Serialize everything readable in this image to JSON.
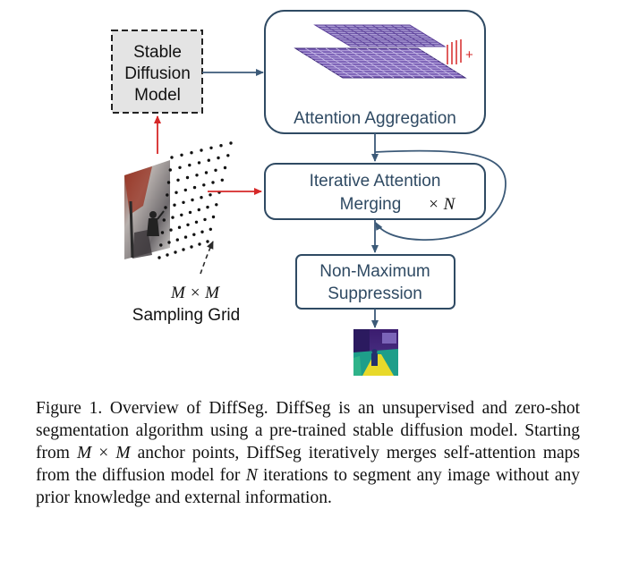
{
  "diagram": {
    "sd_line1": "Stable",
    "sd_line2": "Diffusion",
    "sd_line3": "Model",
    "attention_aggregation": "Attention Aggregation",
    "iam_line1": "Iterative Attention",
    "iam_line2": "Merging",
    "iam_times": "× N",
    "nms_line1": "Non-Maximum",
    "nms_line2": "Suppression",
    "grid_size": "M × M",
    "sampling_grid": "Sampling Grid",
    "plus": "+"
  },
  "caption": {
    "p1": "Figure 1.  Overview of DiffSeg.  DiffSeg is an unsupervised and zero-shot segmentation algorithm using a pre-trained stable diffusion model. Starting from ",
    "m1": "M",
    "x": " × ",
    "m2": "M",
    "p2": " anchor points, DiffSeg iteratively merges self-attention maps from the diffusion model for ",
    "n": "N",
    "p3": " iterations to segment any image without any prior knowledge and external information."
  },
  "colors": {
    "box_border": "#2f4a63",
    "arrow_blue": "#3c5a78",
    "arrow_red": "#d62828",
    "grid_purple": "#5b3f99",
    "grid_light": "#a99bd3",
    "sd_fill": "#e4e4e4"
  }
}
